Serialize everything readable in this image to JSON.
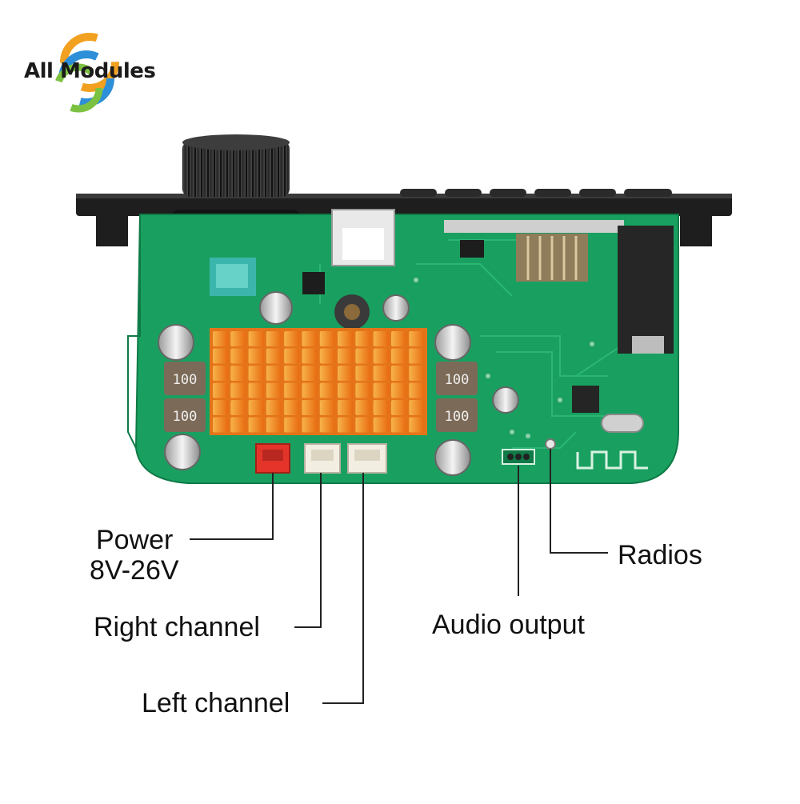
{
  "logo": {
    "text": "All Modules"
  },
  "annotations": {
    "power": {
      "line1": "Power",
      "line2": "8V-26V"
    },
    "right_channel": "Right channel",
    "left_channel": "Left channel",
    "audio_output": "Audio output",
    "radios": "Radios"
  },
  "board": {
    "inductor_marking": "100",
    "colors": {
      "pcb": "#19a060",
      "panel": "#222222",
      "heatsink": "#f28a1e",
      "power_connector": "#e4342a",
      "speaker_connector": "#f3eee2"
    }
  }
}
